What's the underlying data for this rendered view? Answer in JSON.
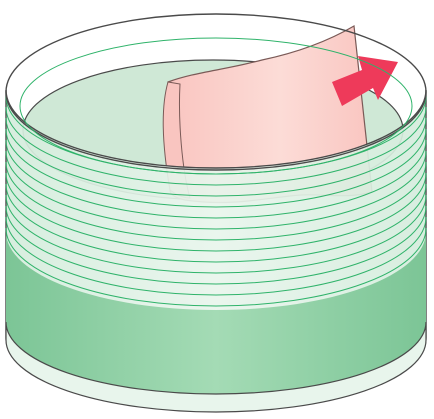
{
  "figure": {
    "subject": "coiled-sheet-cylinder",
    "turn_count": 13,
    "colors": {
      "background": "#ffffff",
      "outline": "#4a4a4a",
      "cylinder_light": "#e8f5ec",
      "cylinder_wall": "#d4ecdc",
      "cylinder_inner": "#cfe8d6",
      "green_band": "#7cc596",
      "green_band_light": "#a4dbb5",
      "turn_line": "#2fb36a",
      "sheet": "#f9c5c0",
      "sheet_highlight": "#fcdcd7",
      "sheet_edge": "#7a5a57",
      "arrow": "#ee3a5a"
    },
    "arrow_direction": "up-right"
  }
}
